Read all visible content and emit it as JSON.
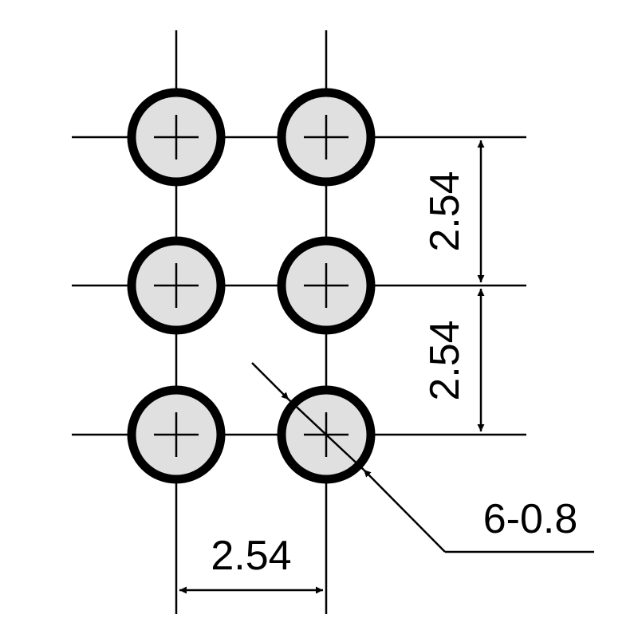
{
  "colors": {
    "line": "#000000",
    "pad_fill": "#e0e0e0",
    "background": "#ffffff"
  },
  "grid": {
    "columns": 2,
    "rows": 3
  },
  "dimensions": {
    "row_pitch_top": "2.54",
    "row_pitch_bottom": "2.54",
    "column_pitch": "2.54",
    "hole_callout": "6-0.8"
  }
}
